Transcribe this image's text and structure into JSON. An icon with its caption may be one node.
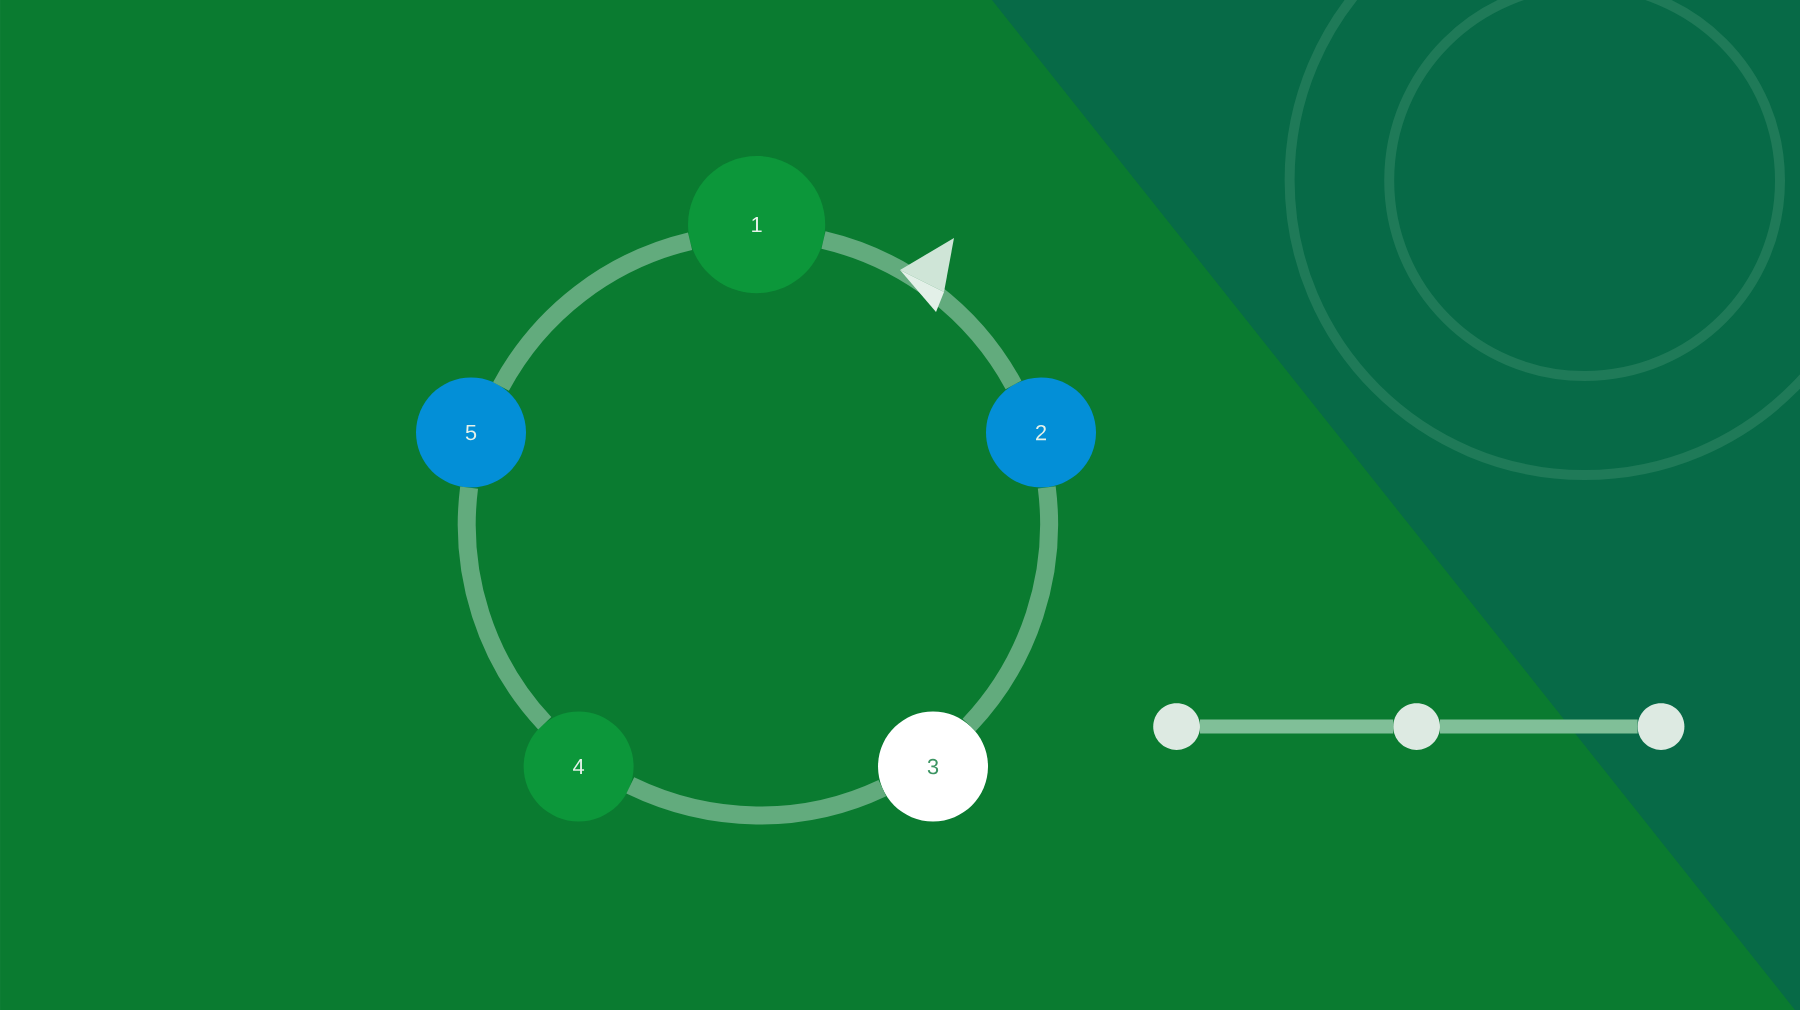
{
  "diagram": {
    "nodes": [
      {
        "text": [
          "1"
        ]
      },
      {
        "text": [
          "2"
        ]
      },
      {
        "text": [
          "3"
        ]
      },
      {
        "text": [
          "4"
        ]
      },
      {
        "text": [
          "5"
        ]
      },
      {
        "text": [],
        "shape": "circle"
      },
      {
        "text": [],
        "shape": "circle"
      },
      {
        "text": [],
        "shape": "circle"
      }
    ],
    "edges": [
      {
        "from": 0,
        "to": 1,
        "arrow": "none"
      },
      {
        "from": 1,
        "to": 2,
        "arrow": "none"
      },
      {
        "from": 2,
        "to": 3,
        "arrow": "none"
      },
      {
        "from": 3,
        "to": 4,
        "arrow": "none"
      },
      {
        "from": 4,
        "to": 0,
        "arrow": "none"
      },
      {
        "from": 5,
        "to": 6,
        "arrow": "none",
        "color": "#80bf98"
      },
      {
        "from": 6,
        "to": 7,
        "arrow": "none",
        "color": "#80bf98"
      }
    ]
  }
}
